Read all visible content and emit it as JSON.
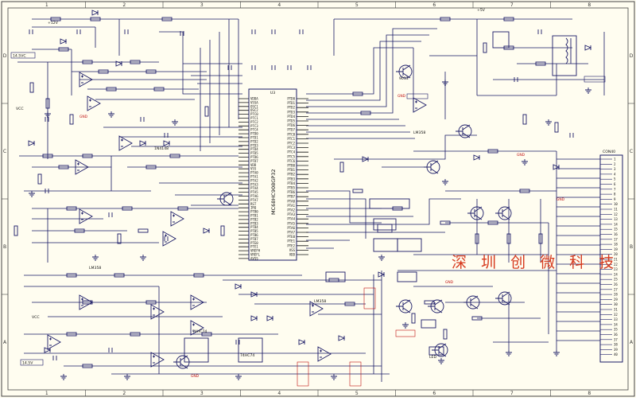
{
  "watermark": "深 圳 创 微 科 技",
  "border": {
    "top_cols": [
      "1",
      "2",
      "3",
      "4",
      "5",
      "6",
      "7",
      "8"
    ],
    "side_rows": [
      "D",
      "C",
      "B",
      "A"
    ]
  },
  "mcu": {
    "ref": "U3",
    "part": "MC68HC908GP32",
    "left_pins": [
      "VDDA",
      "VSSA",
      "OSC1",
      "OSC2",
      "PTC0",
      "PTC1",
      "PTC2",
      "PTC3",
      "PTC4",
      "PTD0",
      "PTD1",
      "PTD2",
      "PTD3",
      "PTD4",
      "PTD5",
      "PTD6",
      "PTD7",
      "VDD",
      "VSS",
      "PTA0",
      "PTA1",
      "PTA2",
      "PTA3",
      "PTA4",
      "PTA5",
      "PTA6",
      "PTA7",
      "RST",
      "IRQ",
      "PTB0",
      "PTB1",
      "PTB2",
      "PTB3",
      "PTB4",
      "PTB5",
      "PTB6",
      "PTB7",
      "PTE0",
      "PTE1",
      "VREFH",
      "VREFL",
      "AVSS"
    ],
    "right_pins": [
      "PTD0",
      "PTD1",
      "PTD2",
      "PTD3",
      "PTD4",
      "PTD5",
      "PTD6",
      "PTD7",
      "PTC0",
      "PTC1",
      "PTC2",
      "PTC3",
      "PTC4",
      "PTC5",
      "PTC6",
      "PTB0",
      "PTB1",
      "PTB2",
      "PTB3",
      "PTB4",
      "PTB5",
      "PTB6",
      "PTB7",
      "PTA0",
      "PTA1",
      "PTA2",
      "PTA3",
      "PTA4",
      "PTA5",
      "PTA6",
      "PTA7",
      "PTE0",
      "PTE1",
      "PTE2",
      "VSS",
      "VDD"
    ]
  },
  "labels": {
    "gnd": "GND",
    "vcc": "VCC",
    "v5": "+5V",
    "v12": "+12V",
    "left_conn": "14.5VC",
    "bottom_left_conn": "14.5V",
    "right_conn": "CON40",
    "opamp": "LM358",
    "transistor": "9013",
    "diode": "1N4148",
    "flipflop": "74HC74",
    "led": "LED"
  },
  "right_connector_pins": [
    "1",
    "2",
    "3",
    "4",
    "5",
    "6",
    "7",
    "8",
    "9",
    "10",
    "11",
    "12",
    "13",
    "14",
    "15",
    "16",
    "17",
    "18",
    "19",
    "20",
    "21",
    "22",
    "23",
    "24",
    "25",
    "26",
    "27",
    "28",
    "29",
    "30",
    "31",
    "32",
    "33",
    "34",
    "35",
    "36",
    "37",
    "38",
    "39",
    "40"
  ]
}
